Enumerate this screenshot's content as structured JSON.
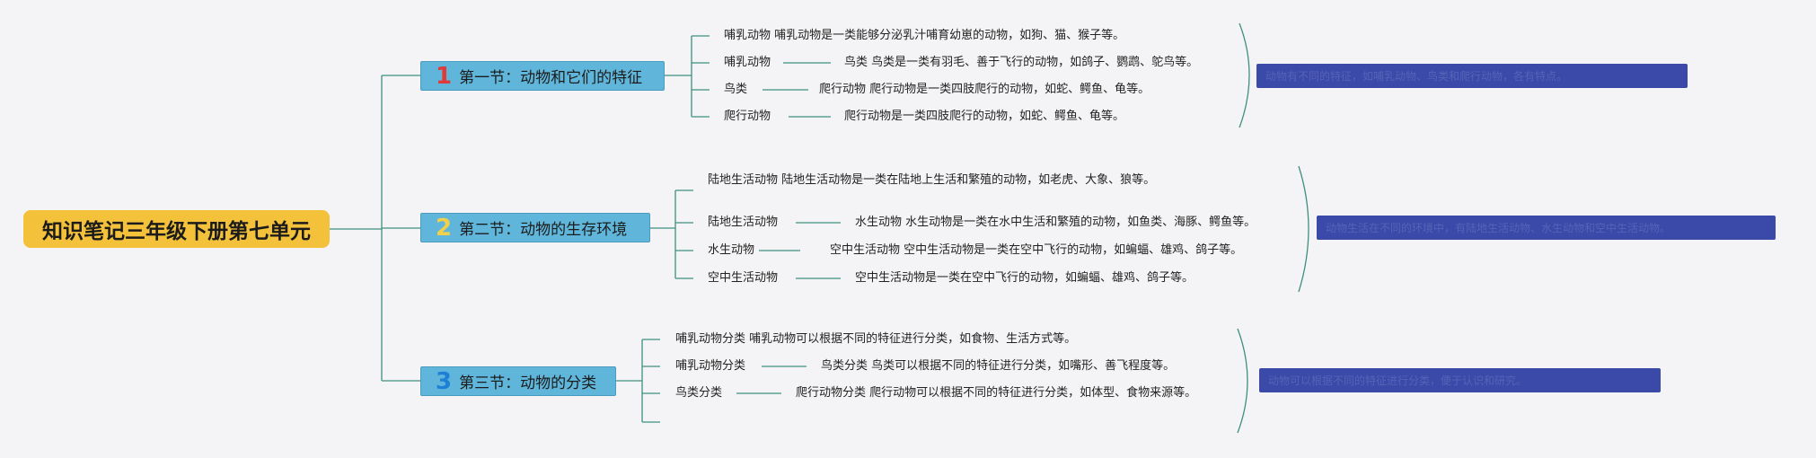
{
  "root": {
    "title": "知识笔记三年级下册第七单元"
  },
  "colors": {
    "root": "#f3c13a",
    "section": "#5fb6da",
    "summary": "#3b4aa8",
    "line": "#3f8f7f",
    "num1": "#e03a3a",
    "num2": "#f2d04a",
    "num3": "#1e7fd6"
  },
  "sections": [
    {
      "num": "1",
      "label": "第一节：动物和它们的特征",
      "items": [
        "哺乳动物 哺乳动物是一类能够分泌乳汁哺育幼崽的动物，如狗、猫、猴子等。",
        "哺乳动物",
        "鸟类 鸟类是一类有羽毛、善于飞行的动物，如鸽子、鹦鹉、鸵鸟等。",
        "鸟类",
        "爬行动物 爬行动物是一类四肢爬行的动物，如蛇、鳄鱼、龟等。",
        "爬行动物",
        "爬行动物是一类四肢爬行的动物，如蛇、鳄鱼、龟等。"
      ],
      "summary": "动物有不同的特征，如哺乳动物、鸟类和爬行动物，各有特点。"
    },
    {
      "num": "2",
      "label": "第二节：动物的生存环境",
      "items": [
        "陆地生活动物 陆地生活动物是一类在陆地上生活和繁殖的动物，如老虎、大象、狼等。",
        "陆地生活动物",
        "水生动物 水生动物是一类在水中生活和繁殖的动物，如鱼类、海豚、鳄鱼等。",
        "水生动物",
        "空中生活动物 空中生活动物是一类在空中飞行的动物，如蝙蝠、雄鸡、鸽子等。",
        "空中生活动物",
        "空中生活动物是一类在空中飞行的动物，如蝙蝠、雄鸡、鸽子等。"
      ],
      "summary": "动物生活在不同的环境中，有陆地生活动物、水生动物和空中生活动物。"
    },
    {
      "num": "3",
      "label": "第三节：动物的分类",
      "items": [
        "哺乳动物分类 哺乳动物可以根据不同的特征进行分类，如食物、生活方式等。",
        "哺乳动物分类",
        "鸟类分类 鸟类可以根据不同的特征进行分类，如嘴形、善飞程度等。",
        "鸟类分类",
        "爬行动物分类 爬行动物可以根据不同的特征进行分类，如体型、食物来源等。"
      ],
      "summary": "动物可以根据不同的特征进行分类，便于认识和研究。"
    }
  ]
}
